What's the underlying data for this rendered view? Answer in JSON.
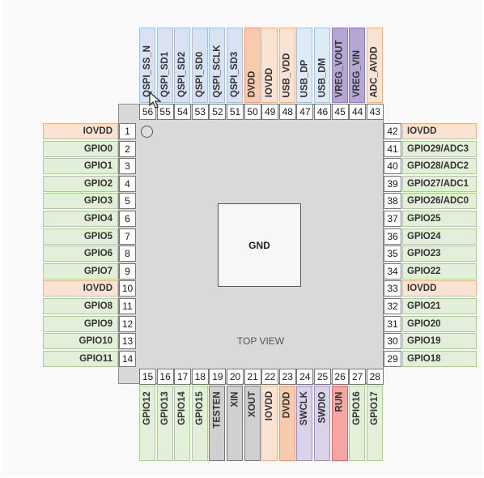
{
  "center_label": "GND",
  "view_label": "TOP VIEW",
  "colors": {
    "gpio": {
      "bg": "#e2efd9",
      "border": "#a9d08e"
    },
    "power": {
      "bg": "#fbe3d4",
      "border": "#f4b183"
    },
    "qspi": {
      "bg": "#d9e2f3",
      "border": "#9dc3e6"
    },
    "usb": {
      "bg": "#deebf7",
      "border": "#9dc3e6"
    },
    "vreg": {
      "bg": "#b4a7d6",
      "border": "#8e7cc3"
    },
    "swd": {
      "bg": "#d9d2e9",
      "border": "#9c8fc8"
    },
    "dvdd": {
      "bg": "#f8cbad",
      "border": "#ee9a7c"
    },
    "clock": {
      "bg": "#d0d0d0",
      "border": "#777777"
    },
    "run": {
      "bg": "#f4a7a0",
      "border": "#e06666"
    }
  },
  "pins": {
    "left": [
      {
        "num": "1",
        "name": "IOVDD",
        "cat": "power"
      },
      {
        "num": "2",
        "name": "GPIO0",
        "cat": "gpio"
      },
      {
        "num": "3",
        "name": "GPIO1",
        "cat": "gpio"
      },
      {
        "num": "4",
        "name": "GPIO2",
        "cat": "gpio"
      },
      {
        "num": "5",
        "name": "GPIO3",
        "cat": "gpio"
      },
      {
        "num": "6",
        "name": "GPIO4",
        "cat": "gpio"
      },
      {
        "num": "7",
        "name": "GPIO5",
        "cat": "gpio"
      },
      {
        "num": "8",
        "name": "GPIO6",
        "cat": "gpio"
      },
      {
        "num": "9",
        "name": "GPIO7",
        "cat": "gpio"
      },
      {
        "num": "10",
        "name": "IOVDD",
        "cat": "power"
      },
      {
        "num": "11",
        "name": "GPIO8",
        "cat": "gpio"
      },
      {
        "num": "12",
        "name": "GPIO9",
        "cat": "gpio"
      },
      {
        "num": "13",
        "name": "GPIO10",
        "cat": "gpio"
      },
      {
        "num": "14",
        "name": "GPIO11",
        "cat": "gpio"
      }
    ],
    "bottom": [
      {
        "num": "15",
        "name": "GPIO12",
        "cat": "gpio"
      },
      {
        "num": "16",
        "name": "GPIO13",
        "cat": "gpio"
      },
      {
        "num": "17",
        "name": "GPIO14",
        "cat": "gpio"
      },
      {
        "num": "18",
        "name": "GPIO15",
        "cat": "gpio"
      },
      {
        "num": "19",
        "name": "TESTEN",
        "cat": "clock"
      },
      {
        "num": "20",
        "name": "XIN",
        "cat": "clock"
      },
      {
        "num": "21",
        "name": "XOUT",
        "cat": "clock"
      },
      {
        "num": "22",
        "name": "IOVDD",
        "cat": "power"
      },
      {
        "num": "23",
        "name": "DVDD",
        "cat": "dvdd"
      },
      {
        "num": "24",
        "name": "SWCLK",
        "cat": "swd"
      },
      {
        "num": "25",
        "name": "SWDIO",
        "cat": "swd"
      },
      {
        "num": "26",
        "name": "RUN",
        "cat": "run"
      },
      {
        "num": "27",
        "name": "GPIO16",
        "cat": "gpio"
      },
      {
        "num": "28",
        "name": "GPIO17",
        "cat": "gpio"
      }
    ],
    "right": [
      {
        "num": "29",
        "name": "GPIO18",
        "cat": "gpio"
      },
      {
        "num": "30",
        "name": "GPIO19",
        "cat": "gpio"
      },
      {
        "num": "31",
        "name": "GPIO20",
        "cat": "gpio"
      },
      {
        "num": "32",
        "name": "GPIO21",
        "cat": "gpio"
      },
      {
        "num": "33",
        "name": "IOVDD",
        "cat": "power"
      },
      {
        "num": "34",
        "name": "GPIO22",
        "cat": "gpio"
      },
      {
        "num": "35",
        "name": "GPIO23",
        "cat": "gpio"
      },
      {
        "num": "36",
        "name": "GPIO24",
        "cat": "gpio"
      },
      {
        "num": "37",
        "name": "GPIO25",
        "cat": "gpio"
      },
      {
        "num": "38",
        "name": "GPIO26/ADC0",
        "cat": "gpio"
      },
      {
        "num": "39",
        "name": "GPIO27/ADC1",
        "cat": "gpio"
      },
      {
        "num": "40",
        "name": "GPIO28/ADC2",
        "cat": "gpio"
      },
      {
        "num": "41",
        "name": "GPIO29/ADC3",
        "cat": "gpio"
      },
      {
        "num": "42",
        "name": "IOVDD",
        "cat": "power"
      }
    ],
    "top": [
      {
        "num": "43",
        "name": "ADC_AVDD",
        "cat": "power"
      },
      {
        "num": "44",
        "name": "VREG_VIN",
        "cat": "vreg"
      },
      {
        "num": "45",
        "name": "VREG_VOUT",
        "cat": "vreg"
      },
      {
        "num": "46",
        "name": "USB_DM",
        "cat": "usb"
      },
      {
        "num": "47",
        "name": "USB_DP",
        "cat": "usb"
      },
      {
        "num": "48",
        "name": "USB_VDD",
        "cat": "power"
      },
      {
        "num": "49",
        "name": "IOVDD",
        "cat": "power"
      },
      {
        "num": "50",
        "name": "DVDD",
        "cat": "dvdd"
      },
      {
        "num": "51",
        "name": "QSPI_SD3",
        "cat": "qspi"
      },
      {
        "num": "52",
        "name": "QSPI_SCLK",
        "cat": "qspi"
      },
      {
        "num": "53",
        "name": "QSPI_SD0",
        "cat": "qspi"
      },
      {
        "num": "54",
        "name": "QSPI_SD2",
        "cat": "qspi"
      },
      {
        "num": "55",
        "name": "QSPI_SD1",
        "cat": "qspi"
      },
      {
        "num": "56",
        "name": "QSPI_SS_N",
        "cat": "qspi"
      }
    ]
  }
}
